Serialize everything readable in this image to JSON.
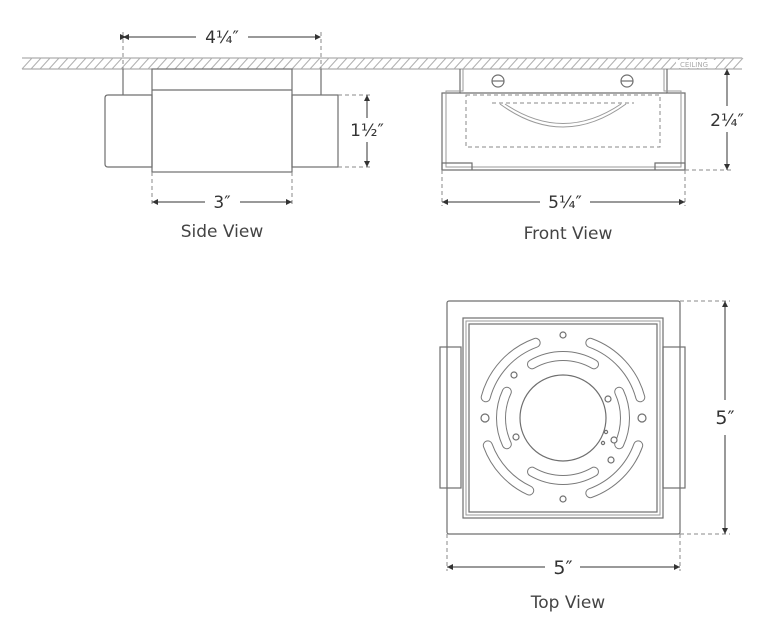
{
  "ceiling_label": "CEILING",
  "side_view": {
    "caption": "Side View",
    "dim_mount_width": "4¼″",
    "dim_height": "1½″",
    "dim_body_width": "3″"
  },
  "front_view": {
    "caption": "Front View",
    "dim_height": "2¼″",
    "dim_width": "5¼″"
  },
  "top_view": {
    "caption": "Top View",
    "dim_depth": "5″",
    "dim_width": "5″"
  },
  "colors": {
    "line": "#6f6f6f",
    "dimension": "#333333",
    "hatch": "#b0b0b0"
  }
}
